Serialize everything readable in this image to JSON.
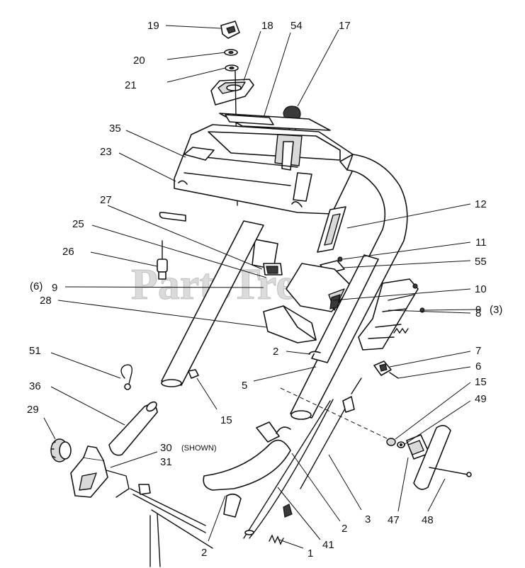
{
  "watermark": "PartsTree",
  "labels": {
    "l19": "19",
    "l18": "18",
    "l54": "54",
    "l17": "17",
    "l20": "20",
    "l21": "21",
    "l35": "35",
    "l23": "23",
    "l12": "12",
    "l27": "27",
    "l25": "25",
    "l11": "11",
    "l26": "26",
    "l55": "55",
    "l6paren": "(6)",
    "l9left": "9",
    "l10": "10",
    "l9right": "9",
    "l3paren": "(3)",
    "l28": "28",
    "l8": "8",
    "l2a": "2",
    "l7": "7",
    "l51": "51",
    "l6": "6",
    "l5": "5",
    "l36": "36",
    "l15a": "15",
    "l15b": "15",
    "l49": "49",
    "l29": "29",
    "l30": "30",
    "l30note": "(SHOWN)",
    "l31": "31",
    "l47": "47",
    "l48": "48",
    "l3": "3",
    "l2b": "2",
    "l41": "41",
    "l2c": "2",
    "l1": "1"
  }
}
